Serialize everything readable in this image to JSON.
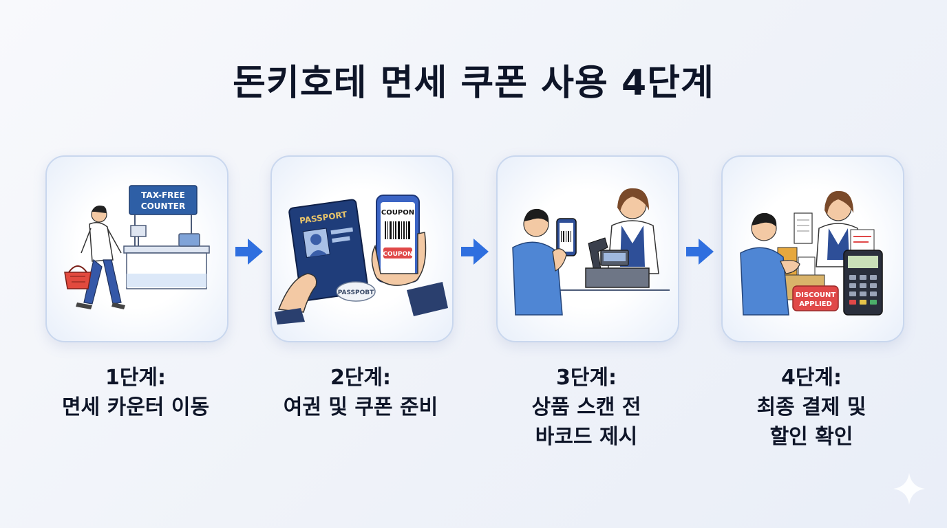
{
  "title": "돈키호테 면세 쿠폰 사용 4단계",
  "steps": [
    {
      "label_line1": "1단계:",
      "label_line2": "면세 카운터 이동",
      "label_line3": "",
      "sign_line1": "TAX-FREE",
      "sign_line2": "COUNTER"
    },
    {
      "label_line1": "2단계:",
      "label_line2": "여권 및 쿠폰 준비",
      "label_line3": "",
      "passport_text": "PASSPORT",
      "stamp_text": "PASSPOBT",
      "phone_coupon_top": "COUPON",
      "phone_coupon_button": "COUPON"
    },
    {
      "label_line1": "3단계:",
      "label_line2": "상품 스캔 전",
      "label_line3": "바코드 제시"
    },
    {
      "label_line1": "4단계:",
      "label_line2": "최종 결제 및",
      "label_line3": "할인 확인",
      "discount_line1": "DISCOUNT",
      "discount_line2": "APPLIED"
    }
  ],
  "colors": {
    "accent_blue": "#2f6fdf",
    "card_border": "#c9d7ee",
    "title_text": "#0e1528",
    "coupon_red": "#e04848"
  }
}
